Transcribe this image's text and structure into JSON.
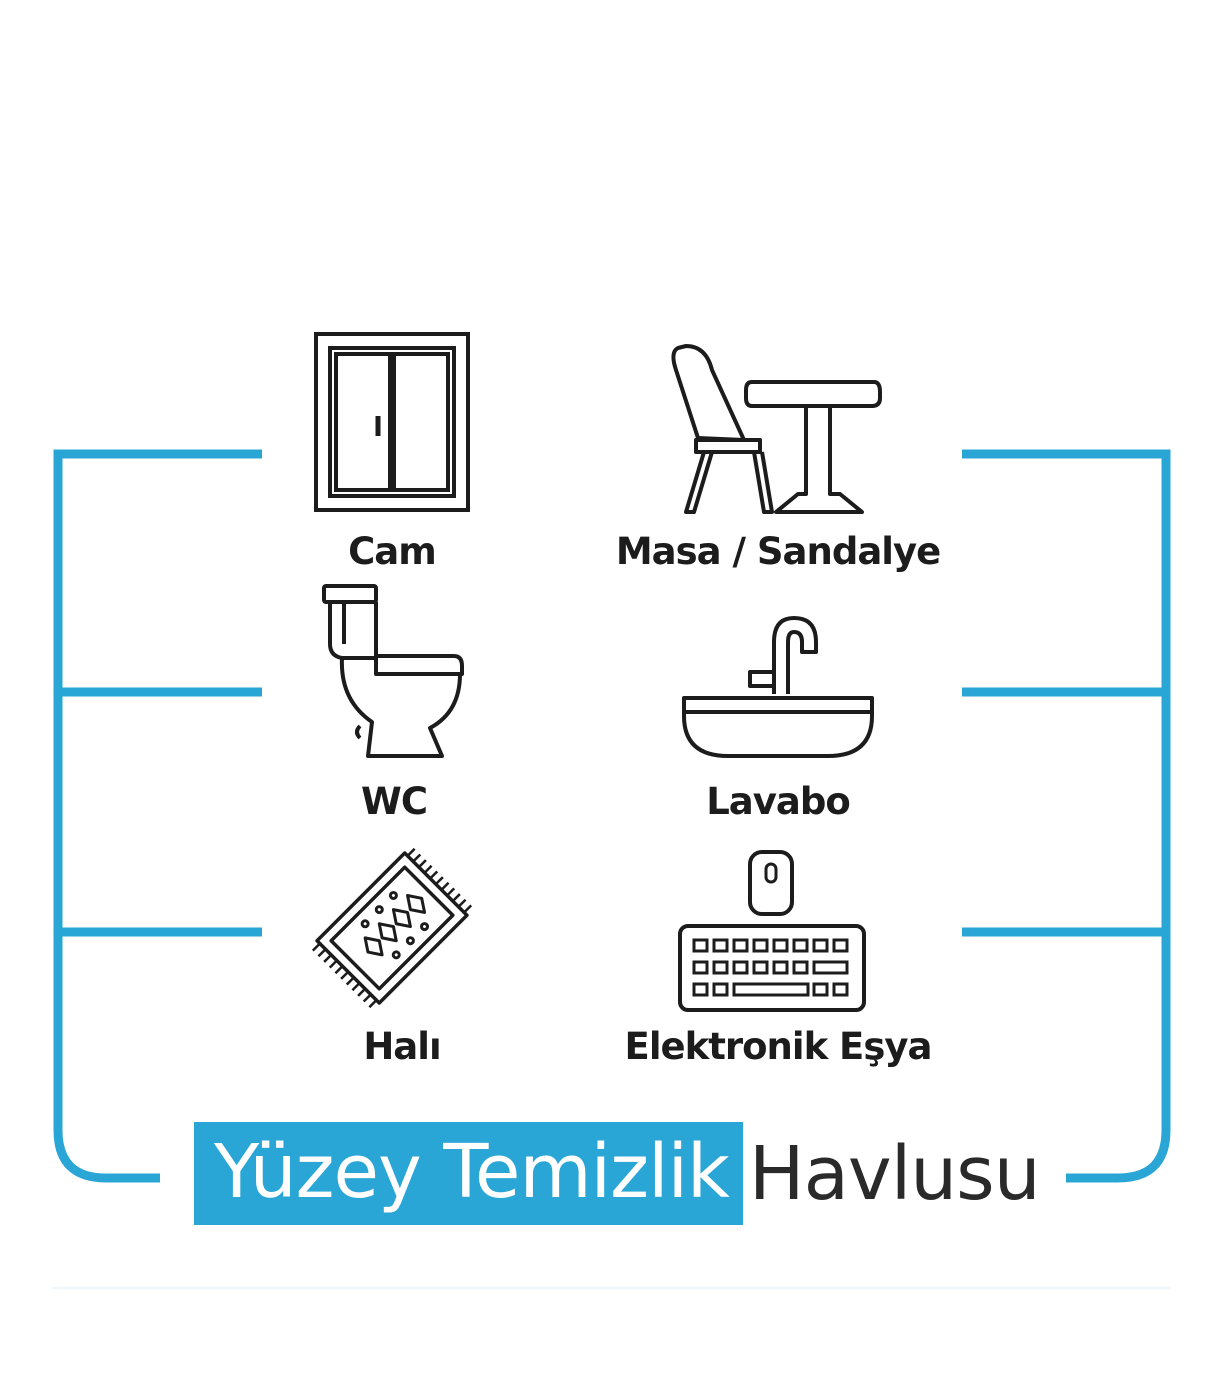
{
  "colors": {
    "accent": "#2aa6d6",
    "icon_stroke": "#1c1c1c",
    "text": "#1c1c1c"
  },
  "items": [
    {
      "label": "Cam",
      "icon": "window-icon"
    },
    {
      "label": "Masa / Sandalye",
      "icon": "table-chair-icon"
    },
    {
      "label": "WC",
      "icon": "toilet-icon"
    },
    {
      "label": "Lavabo",
      "icon": "sink-icon"
    },
    {
      "label": "Halı",
      "icon": "rug-icon"
    },
    {
      "label": "Elektronik Eşya",
      "icon": "keyboard-mouse-icon"
    }
  ],
  "title": {
    "highlighted": "Yüzey Temizlik",
    "rest": "Havlusu"
  }
}
